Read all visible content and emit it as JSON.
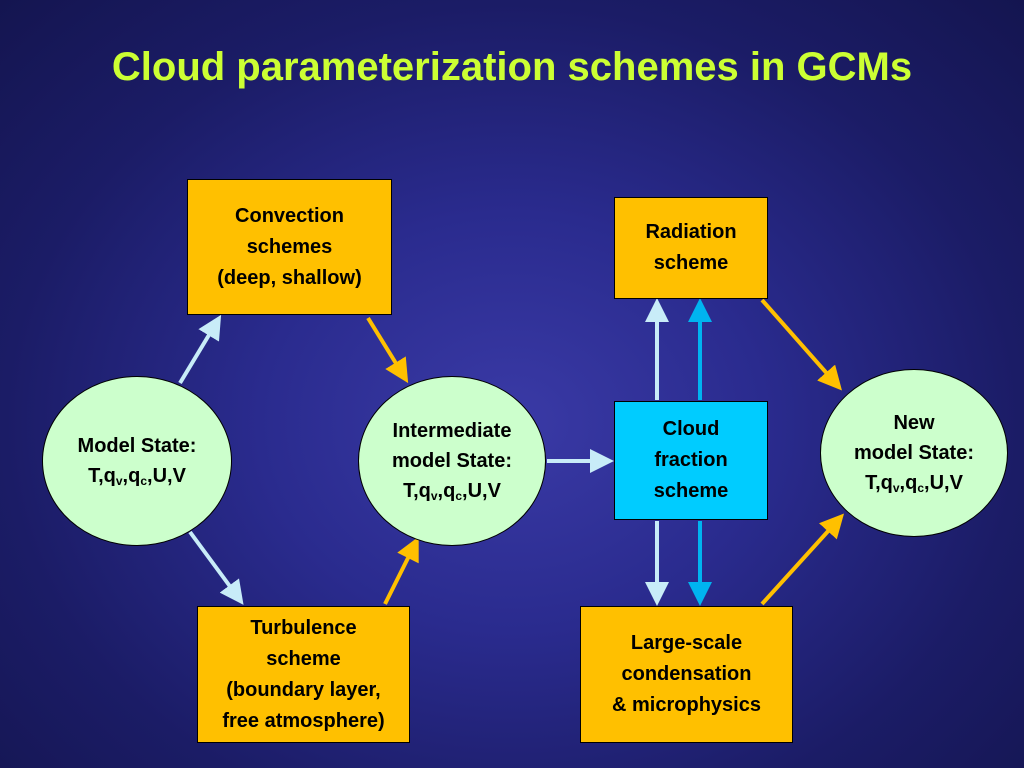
{
  "title": "Cloud parameterization schemes in GCMs",
  "colors": {
    "title": "#ccff33",
    "process_box": "#ffc000",
    "cloud_box": "#00ccff",
    "state_node": "#ccffcc",
    "arrow_gold": "#ffc000",
    "arrow_light": "#c8ecf8",
    "arrow_blue": "#00b4f0"
  },
  "nodes": {
    "convection": [
      "Convection",
      "schemes",
      "(deep, shallow)"
    ],
    "turbulence": [
      "Turbulence",
      "scheme",
      "(boundary layer,",
      "free atmosphere)"
    ],
    "radiation": [
      "Radiation",
      "scheme"
    ],
    "cloud_fraction": [
      "Cloud",
      "fraction",
      "scheme"
    ],
    "large_scale": [
      "Large-scale",
      "condensation",
      "& microphysics"
    ],
    "model_state": {
      "label": "Model State:",
      "vars": {
        "t": "T,q",
        "sub_v": "v",
        "sep": ",q",
        "sub_c": "c",
        "rest": ",U,V"
      }
    },
    "intermediate_state": {
      "label1": "Intermediate",
      "label2": "model State:",
      "vars": {
        "t": "T,q",
        "sub_v": "v",
        "sep": ",q",
        "sub_c": "c",
        "rest": ",U,V"
      }
    },
    "new_state": {
      "label1": "New",
      "label2": "model State:",
      "vars": {
        "t": "T,q",
        "sub_v": "v",
        "sep": ",q",
        "sub_c": "c",
        "rest": ",U,V"
      }
    }
  }
}
